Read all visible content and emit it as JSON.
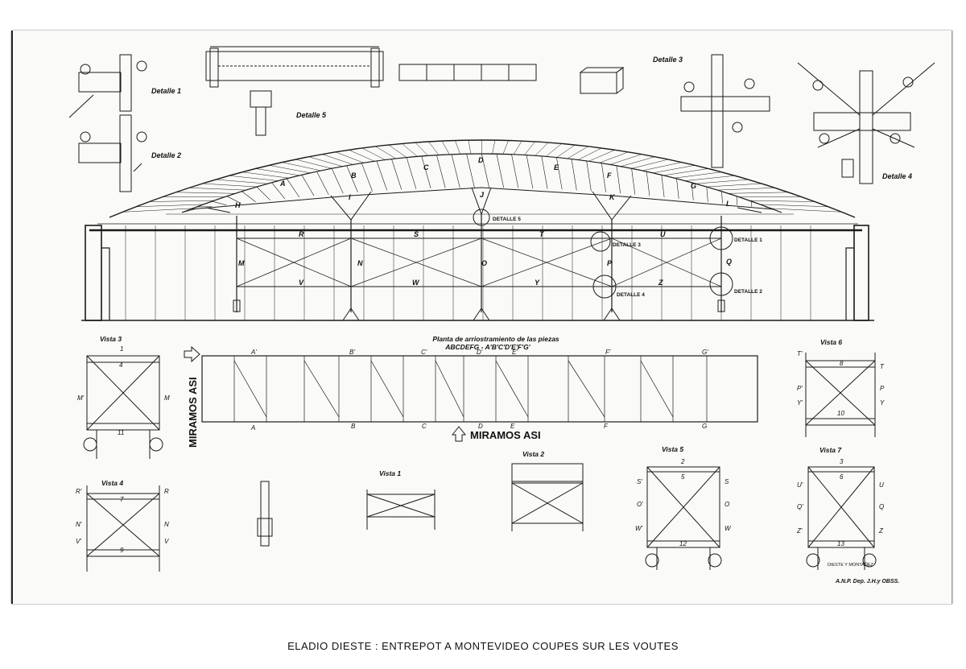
{
  "caption": "ELADIO DIESTE : ENTREPOT A  MONTEVIDEO COUPES SUR LES VOUTES",
  "plan_title": "Planta de arriostramiento de las piezas",
  "plan_subtitle": "ABCDEFG - A'B'C'D'E'F'G'",
  "miramos_vertical": "MIRAMOS ASI",
  "miramos_horizontal": "MIRAMOS ASI",
  "signature_line1": "DIESTE Y MONTAÑEZ",
  "signature_line2": "A.N.P. Dep. J.H.y OBSS.",
  "details": {
    "d1": "Detalle 1",
    "d2": "Detalle 2",
    "d3": "Detalle 3",
    "d4": "Detalle 4",
    "d5": "Detalle 5"
  },
  "section_callouts": {
    "d5": "DETALLE 5",
    "d3": "DETALLE 3",
    "d4": "DETALLE 4",
    "d1": "DETALLE 1",
    "d2": "DETALLE 2"
  },
  "truss_letters": [
    "A",
    "B",
    "C",
    "D",
    "E",
    "F",
    "G"
  ],
  "node_letters": [
    "H",
    "I",
    "J",
    "K",
    "L"
  ],
  "row1_letters": [
    "R",
    "S",
    "T",
    "U"
  ],
  "col_letters": [
    "M",
    "N",
    "O",
    "P",
    "Q"
  ],
  "row2_letters": [
    "V",
    "W",
    "Y",
    "Z"
  ],
  "plan_top_letters": [
    "A'",
    "B'",
    "C'",
    "D'",
    "E'",
    "F'",
    "G'"
  ],
  "plan_bottom_letters": [
    "A",
    "B",
    "C",
    "D",
    "E",
    "F",
    "G"
  ],
  "views": {
    "v1": "Vista 1",
    "v2": "Vista 2",
    "v3": "Vista 3",
    "v4": "Vista 4",
    "v5": "Vista 5",
    "v6": "Vista 6",
    "v7": "Vista 7"
  },
  "vista3": {
    "top": "1",
    "mid": "4",
    "bot": "11",
    "left": "M'",
    "right": "M"
  },
  "vista4": {
    "mid": "7",
    "bot": "9",
    "l1": "R'",
    "l2": "N'",
    "l3": "V'",
    "r1": "R",
    "r2": "N",
    "r3": "V"
  },
  "vista5": {
    "top": "2",
    "mid": "5",
    "bot": "12",
    "l1": "S'",
    "l2": "O'",
    "l3": "W'",
    "r1": "S",
    "r2": "O",
    "r3": "W"
  },
  "vista6": {
    "mid": "8",
    "bot": "10",
    "l1": "T'",
    "l2": "P'",
    "l3": "Y'",
    "r1": "T",
    "r2": "P",
    "r3": "Y"
  },
  "vista7": {
    "top": "3",
    "mid": "6",
    "bot": "13",
    "l1": "U'",
    "l2": "Q'",
    "l3": "Z'",
    "r1": "U",
    "r2": "Q",
    "r3": "Z"
  }
}
